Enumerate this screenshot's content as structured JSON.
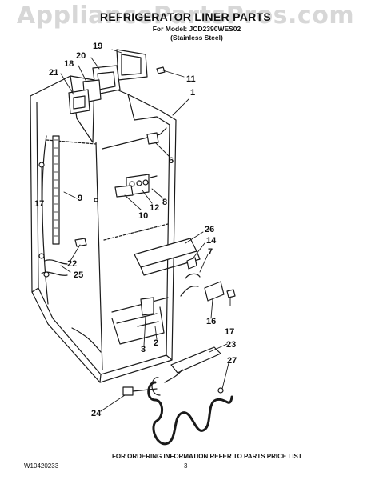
{
  "watermark": "AppliancePartsPros.com",
  "title": "REFRIGERATOR LINER PARTS",
  "model_line": "For Model: JCD2390WES02",
  "finish_line": "(Stainless Steel)",
  "callouts": {
    "c19": "19",
    "c20": "20",
    "c18": "18",
    "c21": "21",
    "c11": "11",
    "c1": "1",
    "c6": "6",
    "c8": "8",
    "c12": "12",
    "c10": "10",
    "c9": "9",
    "c17a": "17",
    "c26": "26",
    "c14": "14",
    "c7": "7",
    "c22": "22",
    "c25": "25",
    "c16": "16",
    "c17b": "17",
    "c3": "3",
    "c2": "2",
    "c23": "23",
    "c27": "27",
    "c24": "24"
  },
  "footer": {
    "ordering": "FOR ORDERING INFORMATION REFER TO PARTS PRICE LIST",
    "doc_number": "W10420233",
    "page_number": "3"
  }
}
